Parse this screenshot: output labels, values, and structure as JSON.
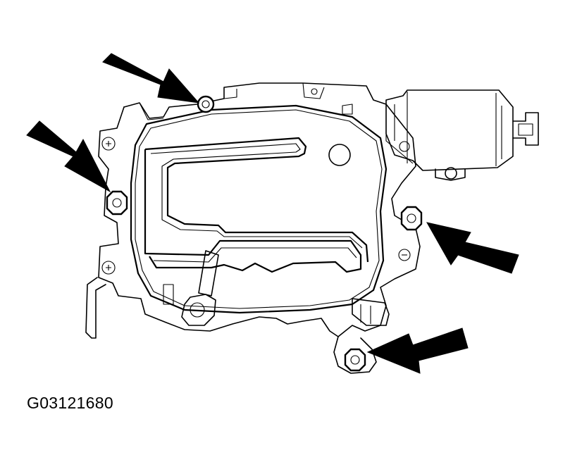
{
  "figure_id": "G03121680",
  "callouts": [
    {
      "target": "top-bolt"
    },
    {
      "target": "left-bolt"
    },
    {
      "target": "right-bolt"
    },
    {
      "target": "bottom-bolt"
    }
  ]
}
